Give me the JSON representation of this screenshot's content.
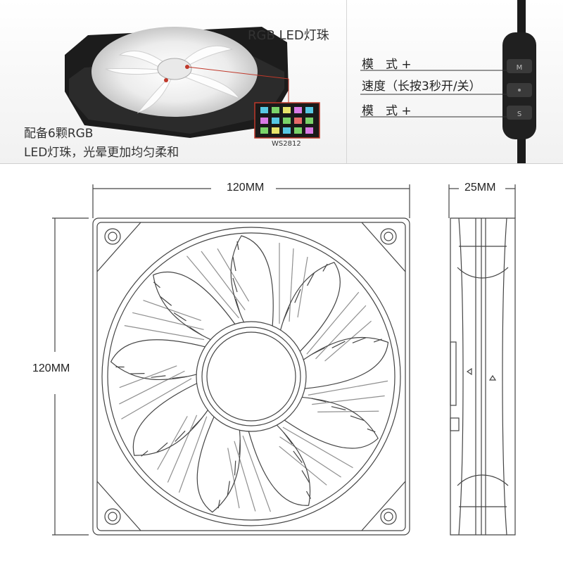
{
  "header": {
    "led_title": "RGB LED灯珠",
    "led_count": "配备6颗RGB",
    "led_desc": "LED灯珠，光晕更加均匀柔和",
    "chip_label": "WS2812"
  },
  "controller": {
    "line1": "模　式 +",
    "line2": "速度（长按3秒开/关）",
    "line3": "模　式 +",
    "btn_m": "M",
    "btn_s": "S"
  },
  "dimensions": {
    "width": "120MM",
    "height": "120MM",
    "depth": "25MM"
  },
  "colors": {
    "line": "#444444",
    "frame_dark": "#1a1a1a",
    "led_red": "#c0392b"
  }
}
